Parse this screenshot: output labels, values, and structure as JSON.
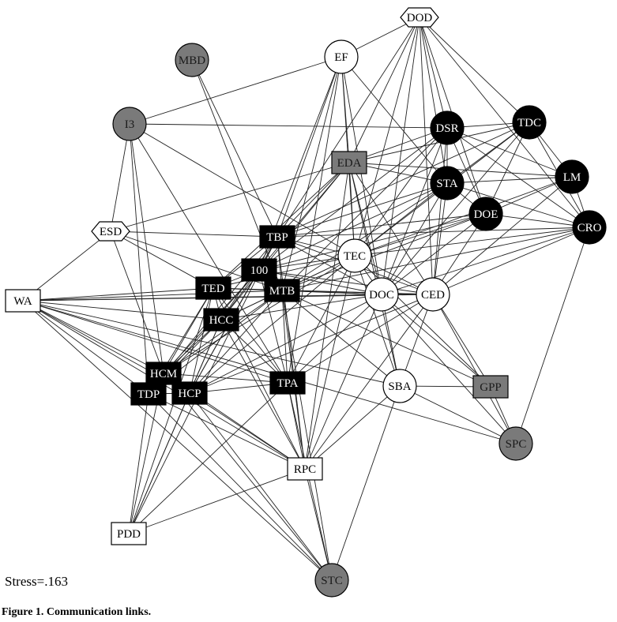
{
  "diagram": {
    "stress_label": "Stress=.163",
    "caption": "Figure 1.  Communication links.",
    "colors": {
      "black": "#000000",
      "gray": "#7a7a7a",
      "white": "#ffffff",
      "edge": "#222222"
    },
    "nodes": [
      {
        "id": "DOD",
        "label": "DOD",
        "shape": "hexagon",
        "fill": "white"
      },
      {
        "id": "EF",
        "label": "EF",
        "shape": "circle",
        "fill": "white"
      },
      {
        "id": "MBD",
        "label": "MBD",
        "shape": "circle",
        "fill": "gray"
      },
      {
        "id": "I3",
        "label": "I3",
        "shape": "circle",
        "fill": "gray"
      },
      {
        "id": "DSR",
        "label": "DSR",
        "shape": "circle",
        "fill": "black"
      },
      {
        "id": "TDC",
        "label": "TDC",
        "shape": "circle",
        "fill": "black"
      },
      {
        "id": "EDA",
        "label": "EDA",
        "shape": "square",
        "fill": "gray"
      },
      {
        "id": "STA",
        "label": "STA",
        "shape": "circle",
        "fill": "black"
      },
      {
        "id": "LM",
        "label": "LM",
        "shape": "circle",
        "fill": "black"
      },
      {
        "id": "DOE",
        "label": "DOE",
        "shape": "circle",
        "fill": "black"
      },
      {
        "id": "CRO",
        "label": "CRO",
        "shape": "circle",
        "fill": "black"
      },
      {
        "id": "ESD",
        "label": "ESD",
        "shape": "hexagon",
        "fill": "white"
      },
      {
        "id": "TBP",
        "label": "TBP",
        "shape": "square",
        "fill": "black"
      },
      {
        "id": "100",
        "label": "100",
        "shape": "square",
        "fill": "black"
      },
      {
        "id": "TEC",
        "label": "TEC",
        "shape": "circle",
        "fill": "white"
      },
      {
        "id": "TED",
        "label": "TED",
        "shape": "square",
        "fill": "black"
      },
      {
        "id": "MTB",
        "label": "MTB",
        "shape": "square",
        "fill": "black"
      },
      {
        "id": "DOC",
        "label": "DOC",
        "shape": "circle",
        "fill": "white"
      },
      {
        "id": "CED",
        "label": "CED",
        "shape": "circle",
        "fill": "white"
      },
      {
        "id": "WA",
        "label": "WA",
        "shape": "square",
        "fill": "white"
      },
      {
        "id": "HCC",
        "label": "HCC",
        "shape": "square",
        "fill": "black"
      },
      {
        "id": "HCM",
        "label": "HCM",
        "shape": "square",
        "fill": "black"
      },
      {
        "id": "TDP",
        "label": "TDP",
        "shape": "square",
        "fill": "black"
      },
      {
        "id": "HCP",
        "label": "HCP",
        "shape": "square",
        "fill": "black"
      },
      {
        "id": "TPA",
        "label": "TPA",
        "shape": "square",
        "fill": "black"
      },
      {
        "id": "SBA",
        "label": "SBA",
        "shape": "circle",
        "fill": "white"
      },
      {
        "id": "GPP",
        "label": "GPP",
        "shape": "square",
        "fill": "gray"
      },
      {
        "id": "SPC",
        "label": "SPC",
        "shape": "circle",
        "fill": "gray"
      },
      {
        "id": "RPC",
        "label": "RPC",
        "shape": "square",
        "fill": "white"
      },
      {
        "id": "PDD",
        "label": "PDD",
        "shape": "square",
        "fill": "white"
      },
      {
        "id": "STC",
        "label": "STC",
        "shape": "circle",
        "fill": "gray"
      }
    ],
    "edges": [
      [
        "DOD",
        "EF"
      ],
      [
        "DOD",
        "EDA"
      ],
      [
        "DOD",
        "TDC"
      ],
      [
        "DOD",
        "DSR"
      ],
      [
        "DOD",
        "STA"
      ],
      [
        "DOD",
        "DOE"
      ],
      [
        "DOD",
        "TEC"
      ],
      [
        "DOD",
        "DOC"
      ],
      [
        "DOD",
        "CED"
      ],
      [
        "DOD",
        "TBP"
      ],
      [
        "DOD",
        "CRO"
      ],
      [
        "EF",
        "I3"
      ],
      [
        "EF",
        "EDA"
      ],
      [
        "EF",
        "TEC"
      ],
      [
        "EF",
        "DOC"
      ],
      [
        "EF",
        "TBP"
      ],
      [
        "EF",
        "100"
      ],
      [
        "EF",
        "MTB"
      ],
      [
        "EF",
        "TPA"
      ],
      [
        "EF",
        "STA"
      ],
      [
        "MBD",
        "MTB"
      ],
      [
        "MBD",
        "TBP"
      ],
      [
        "I3",
        "DSR"
      ],
      [
        "I3",
        "HCM"
      ],
      [
        "I3",
        "TDP"
      ],
      [
        "I3",
        "TEC"
      ],
      [
        "I3",
        "ESD"
      ],
      [
        "I3",
        "TPA"
      ],
      [
        "DSR",
        "TDC"
      ],
      [
        "DSR",
        "STA"
      ],
      [
        "DSR",
        "LM"
      ],
      [
        "DSR",
        "DOE"
      ],
      [
        "DSR",
        "CRO"
      ],
      [
        "DSR",
        "EDA"
      ],
      [
        "DSR",
        "TEC"
      ],
      [
        "DSR",
        "DOC"
      ],
      [
        "DSR",
        "CED"
      ],
      [
        "DSR",
        "100"
      ],
      [
        "DSR",
        "MTB"
      ],
      [
        "TDC",
        "STA"
      ],
      [
        "TDC",
        "LM"
      ],
      [
        "TDC",
        "DOE"
      ],
      [
        "TDC",
        "CRO"
      ],
      [
        "TDC",
        "TEC"
      ],
      [
        "TDC",
        "DOC"
      ],
      [
        "TDC",
        "EDA"
      ],
      [
        "TDC",
        "TBP"
      ],
      [
        "EDA",
        "ESD"
      ],
      [
        "EDA",
        "STA"
      ],
      [
        "EDA",
        "LM"
      ],
      [
        "EDA",
        "TEC"
      ],
      [
        "EDA",
        "DOC"
      ],
      [
        "EDA",
        "CED"
      ],
      [
        "EDA",
        "TBP"
      ],
      [
        "EDA",
        "HCC"
      ],
      [
        "EDA",
        "SBA"
      ],
      [
        "EDA",
        "100"
      ],
      [
        "EDA",
        "TED"
      ],
      [
        "EDA",
        "RPC"
      ],
      [
        "STA",
        "LM"
      ],
      [
        "STA",
        "DOE"
      ],
      [
        "STA",
        "CRO"
      ],
      [
        "STA",
        "TEC"
      ],
      [
        "STA",
        "DOC"
      ],
      [
        "STA",
        "CED"
      ],
      [
        "STA",
        "100"
      ],
      [
        "STA",
        "MTB"
      ],
      [
        "STA",
        "TBP"
      ],
      [
        "LM",
        "DOE"
      ],
      [
        "LM",
        "CRO"
      ],
      [
        "LM",
        "TEC"
      ],
      [
        "LM",
        "CED"
      ],
      [
        "DOE",
        "CRO"
      ],
      [
        "DOE",
        "TEC"
      ],
      [
        "DOE",
        "DOC"
      ],
      [
        "DOE",
        "CED"
      ],
      [
        "DOE",
        "MTB"
      ],
      [
        "DOE",
        "TBP"
      ],
      [
        "DOE",
        "100"
      ],
      [
        "CRO",
        "TEC"
      ],
      [
        "CRO",
        "DOC"
      ],
      [
        "CRO",
        "CED"
      ],
      [
        "CRO",
        "SPC"
      ],
      [
        "CRO",
        "MTB"
      ],
      [
        "CRO",
        "TBP"
      ],
      [
        "ESD",
        "WA"
      ],
      [
        "ESD",
        "TBP"
      ],
      [
        "ESD",
        "HCM"
      ],
      [
        "ESD",
        "MTB"
      ],
      [
        "ESD",
        "TED"
      ],
      [
        "TBP",
        "100"
      ],
      [
        "TBP",
        "TEC"
      ],
      [
        "TBP",
        "MTB"
      ],
      [
        "TBP",
        "TED"
      ],
      [
        "TBP",
        "HCC"
      ],
      [
        "TBP",
        "HCP"
      ],
      [
        "TBP",
        "TDP"
      ],
      [
        "TBP",
        "DOC"
      ],
      [
        "TBP",
        "RPC"
      ],
      [
        "TBP",
        "CED"
      ],
      [
        "100",
        "TED"
      ],
      [
        "100",
        "MTB"
      ],
      [
        "100",
        "TEC"
      ],
      [
        "100",
        "DOC"
      ],
      [
        "100",
        "HCC"
      ],
      [
        "100",
        "HCM"
      ],
      [
        "100",
        "TPA"
      ],
      [
        "100",
        "CED"
      ],
      [
        "100",
        "TDP"
      ],
      [
        "100",
        "HCP"
      ],
      [
        "TEC",
        "DOC"
      ],
      [
        "TEC",
        "CED"
      ],
      [
        "TEC",
        "MTB"
      ],
      [
        "TEC",
        "TED"
      ],
      [
        "TEC",
        "HCC"
      ],
      [
        "TEC",
        "TPA"
      ],
      [
        "TEC",
        "SBA"
      ],
      [
        "TEC",
        "HCM"
      ],
      [
        "TEC",
        "HCP"
      ],
      [
        "TEC",
        "RPC"
      ],
      [
        "TEC",
        "GPP"
      ],
      [
        "TED",
        "MTB"
      ],
      [
        "TED",
        "WA"
      ],
      [
        "TED",
        "HCC"
      ],
      [
        "TED",
        "HCM"
      ],
      [
        "TED",
        "TDP"
      ],
      [
        "TED",
        "HCP"
      ],
      [
        "TED",
        "DOC"
      ],
      [
        "TED",
        "TPA"
      ],
      [
        "TED",
        "CED"
      ],
      [
        "TED",
        "RPC"
      ],
      [
        "TED",
        "PDD"
      ],
      [
        "MTB",
        "DOC"
      ],
      [
        "MTB",
        "CED"
      ],
      [
        "MTB",
        "HCC"
      ],
      [
        "MTB",
        "TPA"
      ],
      [
        "MTB",
        "HCM"
      ],
      [
        "MTB",
        "HCP"
      ],
      [
        "MTB",
        "TDP"
      ],
      [
        "MTB",
        "RPC"
      ],
      [
        "MTB",
        "SBA"
      ],
      [
        "MTB",
        "WA"
      ],
      [
        "MTB",
        "GPP"
      ],
      [
        "MTB",
        "STC"
      ],
      [
        "DOC",
        "CED"
      ],
      [
        "DOC",
        "SBA"
      ],
      [
        "DOC",
        "HCC"
      ],
      [
        "DOC",
        "TPA"
      ],
      [
        "DOC",
        "RPC"
      ],
      [
        "DOC",
        "GPP"
      ],
      [
        "DOC",
        "HCP"
      ],
      [
        "DOC",
        "WA"
      ],
      [
        "DOC",
        "SPC"
      ],
      [
        "CED",
        "SBA"
      ],
      [
        "CED",
        "GPP"
      ],
      [
        "CED",
        "SPC"
      ],
      [
        "CED",
        "RPC"
      ],
      [
        "CED",
        "HCP"
      ],
      [
        "CED",
        "TPA"
      ],
      [
        "WA",
        "HCC"
      ],
      [
        "WA",
        "HCM"
      ],
      [
        "WA",
        "TDP"
      ],
      [
        "WA",
        "HCP"
      ],
      [
        "WA",
        "TPA"
      ],
      [
        "WA",
        "RPC"
      ],
      [
        "WA",
        "SBA"
      ],
      [
        "WA",
        "SPC"
      ],
      [
        "WA",
        "STC"
      ],
      [
        "WA",
        "CED"
      ],
      [
        "HCC",
        "HCM"
      ],
      [
        "HCC",
        "TDP"
      ],
      [
        "HCC",
        "HCP"
      ],
      [
        "HCC",
        "TPA"
      ],
      [
        "HCC",
        "RPC"
      ],
      [
        "HCC",
        "PDD"
      ],
      [
        "HCM",
        "TDP"
      ],
      [
        "HCM",
        "HCP"
      ],
      [
        "HCM",
        "TPA"
      ],
      [
        "HCM",
        "RPC"
      ],
      [
        "HCM",
        "PDD"
      ],
      [
        "HCM",
        "STC"
      ],
      [
        "TDP",
        "HCP"
      ],
      [
        "TDP",
        "PDD"
      ],
      [
        "TDP",
        "RPC"
      ],
      [
        "TDP",
        "STC"
      ],
      [
        "HCP",
        "TPA"
      ],
      [
        "HCP",
        "RPC"
      ],
      [
        "HCP",
        "PDD"
      ],
      [
        "HCP",
        "STC"
      ],
      [
        "TPA",
        "RPC"
      ],
      [
        "TPA",
        "STC"
      ],
      [
        "TPA",
        "PDD"
      ],
      [
        "SBA",
        "GPP"
      ],
      [
        "SBA",
        "RPC"
      ],
      [
        "SBA",
        "STC"
      ],
      [
        "SBA",
        "SPC"
      ],
      [
        "GPP",
        "SPC"
      ],
      [
        "RPC",
        "PDD"
      ],
      [
        "RPC",
        "STC"
      ],
      [
        "PDD",
        "TBP"
      ]
    ]
  }
}
